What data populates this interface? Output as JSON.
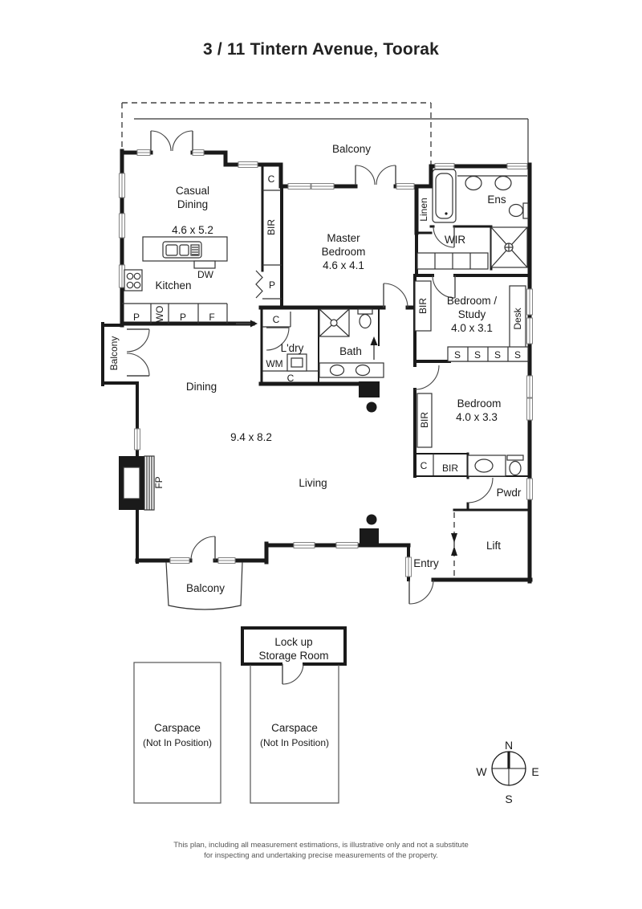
{
  "title": "3 / 11 Tintern Avenue, Toorak",
  "rooms": {
    "balcony_top": "Balcony",
    "casual_dining_l1": "Casual",
    "casual_dining_l2": "Dining",
    "casual_dining_dims": "4.6 x 5.2",
    "kitchen": "Kitchen",
    "master_l1": "Master",
    "master_l2": "Bedroom",
    "master_dims": "4.6 x 4.1",
    "ensuite": "Ens",
    "linen": "Linen",
    "wir": "WIR",
    "study_l1": "Bedroom /",
    "study_l2": "Study",
    "study_dims": "4.0 x 3.1",
    "laundry": "L'dry",
    "bath": "Bath",
    "dining": "Dining",
    "living": "Living",
    "living_dims": "9.4 x 8.2",
    "balcony_left": "Balcony",
    "bedroom": "Bedroom",
    "bedroom_dims": "4.0 x 3.3",
    "powder": "Pwdr",
    "lift": "Lift",
    "entry": "Entry",
    "balcony_bottom": "Balcony",
    "storage_l1": "Lock up",
    "storage_l2": "Storage Room",
    "carspace": "Carspace",
    "carspace_note": "(Not In Position)"
  },
  "fixtures": {
    "dishwasher": "DW",
    "wall_oven": "WO",
    "pantry": "P",
    "fridge": "F",
    "cupboard": "C",
    "built_in_robe": "BIR",
    "shelf": "S",
    "washing_machine": "WM",
    "desk": "Desk",
    "fireplace": "FP"
  },
  "compass": {
    "north": "N",
    "east": "E",
    "south": "S",
    "west": "W"
  },
  "disclaimer_l1": "This plan, including all measurement estimations, is illustrative only and not a substitute",
  "disclaimer_l2": "for inspecting and undertaking precise measurements of the property."
}
